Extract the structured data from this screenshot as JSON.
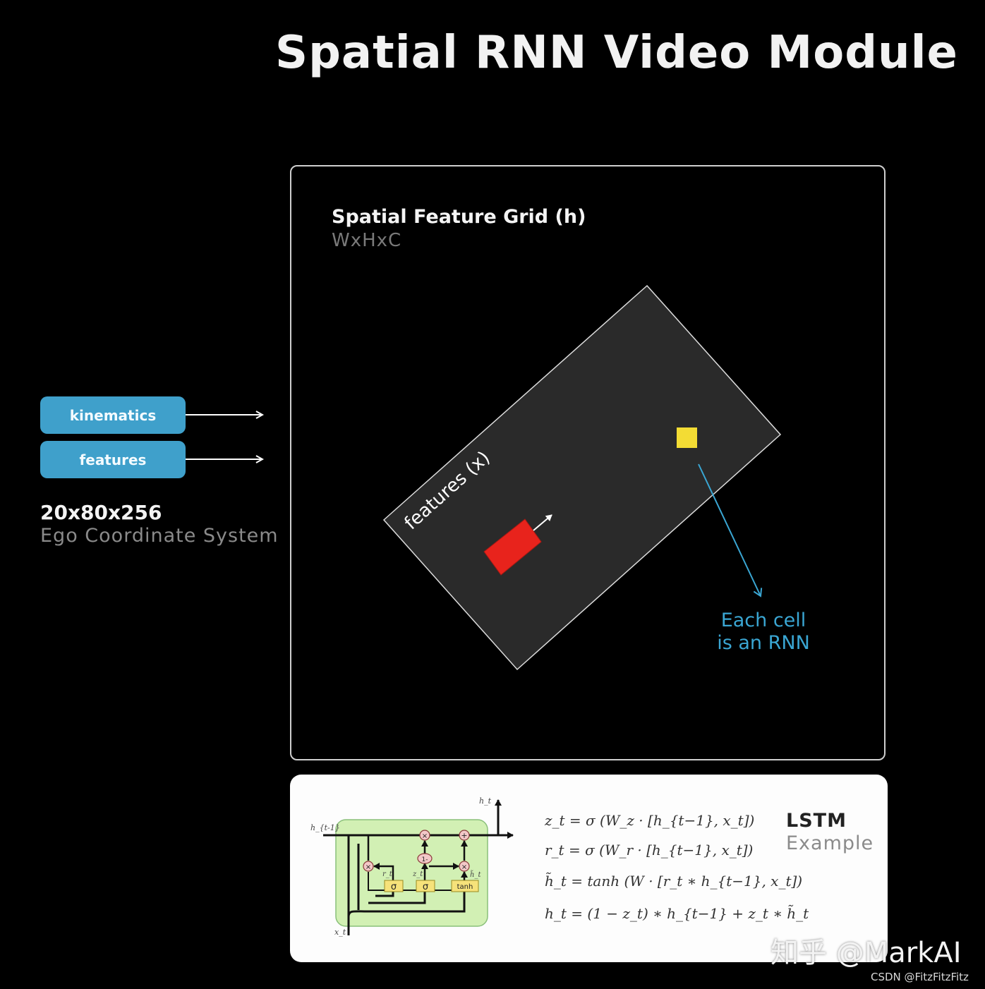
{
  "title": "Spatial RNN Video Module",
  "inputs": {
    "kinematics_label": "kinematics",
    "features_label": "features",
    "dims": "20x80x256",
    "coord_system": "Ego Coordinate System"
  },
  "grid": {
    "title": "Spatial Feature Grid (h)",
    "dims": "WxHxC",
    "features_label": "features (x)",
    "cell_note_line1": "Each cell",
    "cell_note_line2": "is an RNN"
  },
  "lstm": {
    "title": "LSTM",
    "subtitle": "Example",
    "equations": [
      "z_t = σ (W_z · [h_{t−1}, x_t])",
      "r_t = σ (W_r · [h_{t−1}, x_t])",
      "h̃_t = tanh (W · [r_t ∗ h_{t−1}, x_t])",
      "h_t = (1 − z_t) ∗ h_{t−1} + z_t ∗ h̃_t"
    ],
    "cell_labels": {
      "h_prev": "h_{t-1}",
      "h_out": "h_t",
      "x_in": "x_t",
      "r": "r_t",
      "z": "z_t",
      "h_tilde": "h̃_t",
      "sigma": "σ",
      "tanh": "tanh",
      "mult": "×",
      "plus": "+",
      "one_minus": "1-"
    }
  },
  "watermarks": {
    "zhihu": "知乎 @MarkAI",
    "csdn": "CSDN @FitzFitzFitz"
  },
  "colors": {
    "background": "#000000",
    "pill": "#3fa0cb",
    "accent_blue": "#3aa6d3",
    "grid_fill": "#2a2a2a",
    "car_red": "#e8231c",
    "cell_yellow": "#f3dc34",
    "lstm_cell_green": "#d2f0b4"
  }
}
